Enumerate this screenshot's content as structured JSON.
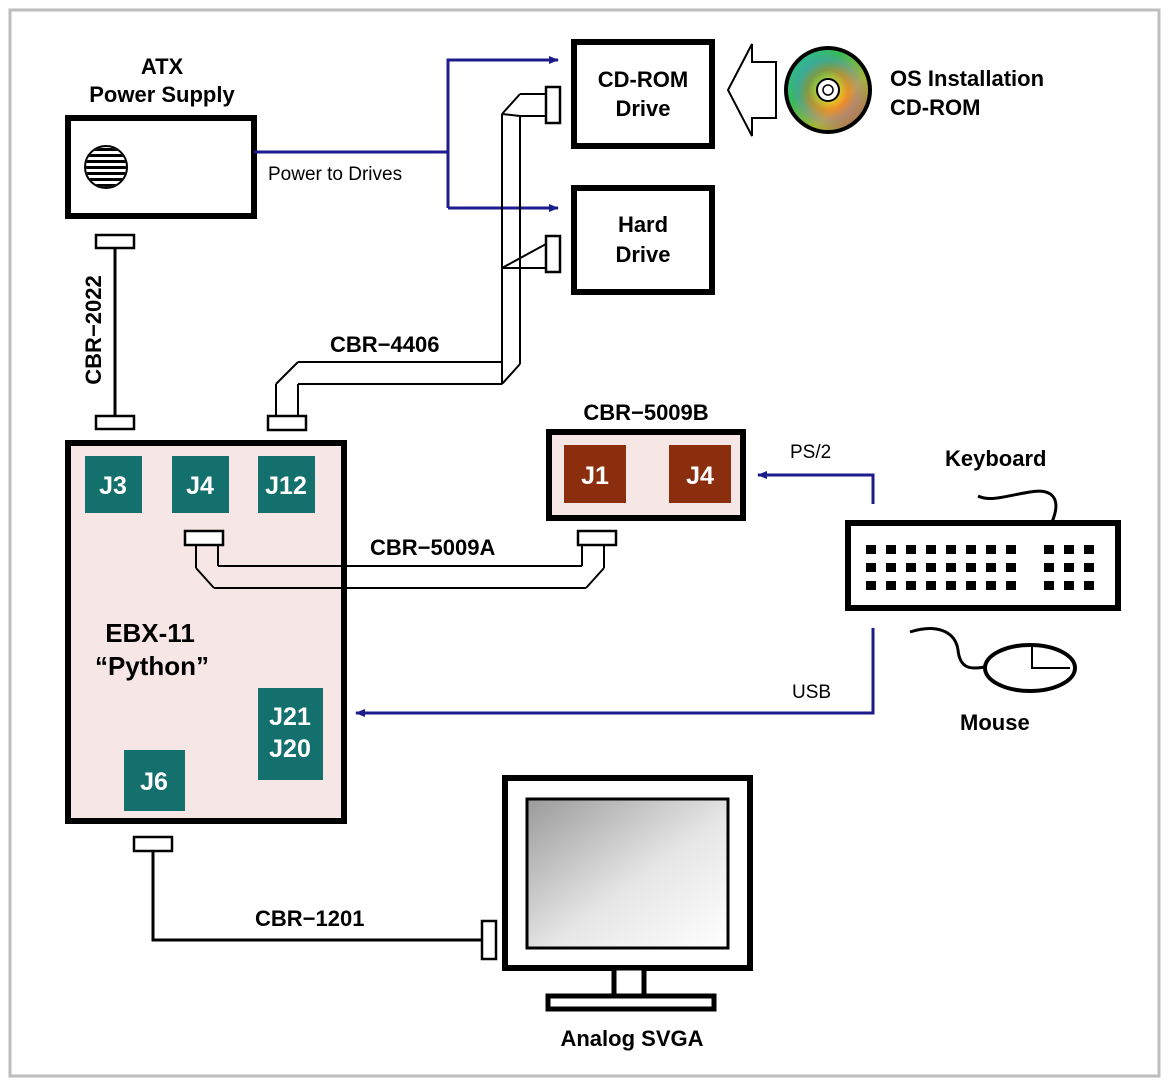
{
  "colors": {
    "board_fill": "#f6e6e6",
    "connector_teal": "#14706c",
    "connector_brown": "#8b2e0e",
    "arrow_blue": "#1c1c8c",
    "frame_gray": "#bdbdbd"
  },
  "power_supply": {
    "line1": "ATX",
    "line2": "Power Supply",
    "icon": "fan-grille-icon"
  },
  "power_label": "Power to Drives",
  "cdrom_drive": {
    "line1": "CD-ROM",
    "line2": "Drive"
  },
  "hard_drive": {
    "line1": "Hard",
    "line2": "Drive"
  },
  "os_cd": {
    "line1": "OS Installation",
    "line2": "CD-ROM",
    "icon": "cd-disc-icon"
  },
  "cables": {
    "power": "CBR−2022",
    "ide": "CBR−4406",
    "utility": "CBR−5009A",
    "video": "CBR−1201"
  },
  "board": {
    "line1": "EBX-11",
    "line2": "“Python”",
    "connectors": {
      "j3": "J3",
      "j4": "J4",
      "j12": "J12",
      "j21": "J21",
      "j20": "J20",
      "j6": "J6"
    }
  },
  "adapter": {
    "title": "CBR−5009B",
    "j1": "J1",
    "j4": "J4"
  },
  "keyboard": {
    "label": "Keyboard",
    "icon": "keyboard-icon"
  },
  "mouse": {
    "label": "Mouse",
    "icon": "mouse-icon"
  },
  "ps2_label": "PS/2",
  "usb_label": "USB",
  "monitor": {
    "label": "Analog SVGA",
    "icon": "monitor-icon"
  }
}
